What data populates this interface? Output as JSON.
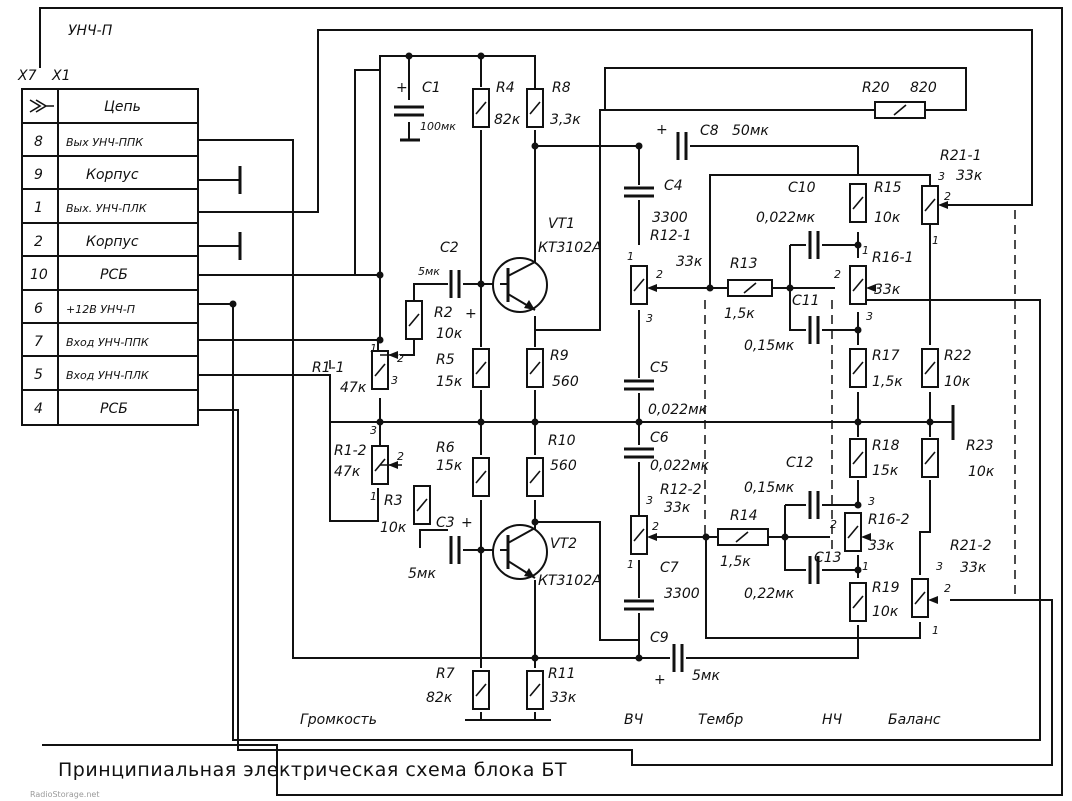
{
  "frame_label": "УНЧ-П",
  "x7": "X7",
  "x1": "X1",
  "table": {
    "header": "Цепь",
    "rows": [
      {
        "pin": "8",
        "net": "Вых УНЧ-ППК"
      },
      {
        "pin": "9",
        "net": "Корпус"
      },
      {
        "pin": "1",
        "net": "Вых. УНЧ-ПЛК"
      },
      {
        "pin": "2",
        "net": "Корпус"
      },
      {
        "pin": "10",
        "net": "РСБ"
      },
      {
        "pin": "6",
        "net": "+12В УНЧ-П"
      },
      {
        "pin": "7",
        "net": "Вход УНЧ-ППК"
      },
      {
        "pin": "5",
        "net": "Вход УНЧ-ПЛК"
      },
      {
        "pin": "4",
        "net": "РСБ"
      }
    ]
  },
  "components": {
    "c1": {
      "ref": "C1",
      "value": "100мк"
    },
    "r4": {
      "ref": "R4",
      "value": "82к"
    },
    "r8": {
      "ref": "R8",
      "value": "3,3к"
    },
    "r20": {
      "ref": "R20",
      "value": "820"
    },
    "c8": {
      "ref": "C8",
      "value": "50мк"
    },
    "c4": {
      "ref": "C4",
      "value": "3300"
    },
    "vt1": {
      "ref": "VT1",
      "value": "КТ3102А"
    },
    "c2": {
      "ref": "C2",
      "value": "5мк"
    },
    "r2": {
      "ref": "R2",
      "value": "10к"
    },
    "r5": {
      "ref": "R5",
      "value": "15к"
    },
    "r9": {
      "ref": "R9",
      "value": "560"
    },
    "r1_1": {
      "ref": "R1-1",
      "value": "47к"
    },
    "r1_2": {
      "ref": "R1-2",
      "value": "47к"
    },
    "r3": {
      "ref": "R3",
      "value": "10к"
    },
    "r6": {
      "ref": "R6",
      "value": "15к"
    },
    "r10": {
      "ref": "R10",
      "value": "560"
    },
    "c3": {
      "ref": "C3",
      "value": "5мк"
    },
    "vt2": {
      "ref": "VT2",
      "value": "КТ3102А"
    },
    "r7": {
      "ref": "R7",
      "value": "82к"
    },
    "r11": {
      "ref": "R11",
      "value": "33к"
    },
    "r12_1": {
      "ref": "R12-1",
      "value": "33к"
    },
    "r12_2": {
      "ref": "R12-2",
      "value": "33к"
    },
    "c5": {
      "ref": "C5",
      "value": "0,022мк"
    },
    "c6": {
      "ref": "C6",
      "value": "0,022мк"
    },
    "c7": {
      "ref": "C7",
      "value": "3300"
    },
    "c9": {
      "ref": "C9",
      "value": "5мк"
    },
    "c10": {
      "ref": "C10",
      "value": "0,022мк"
    },
    "r13": {
      "ref": "R13",
      "value": "1,5к"
    },
    "c11": {
      "ref": "C11",
      "value": "0,15мк"
    },
    "r15": {
      "ref": "R15",
      "value": "10к"
    },
    "r16_1": {
      "ref": "R16-1",
      "value": "33к"
    },
    "r17": {
      "ref": "R17",
      "value": "1,5к"
    },
    "r18": {
      "ref": "R18",
      "value": "15к"
    },
    "c12": {
      "ref": "C12",
      "value": "0,15мк"
    },
    "r14": {
      "ref": "R14",
      "value": "1,5к"
    },
    "c13": {
      "ref": "C13",
      "value": "0,22мк"
    },
    "r16_2": {
      "ref": "R16-2",
      "value": "33к"
    },
    "r19": {
      "ref": "R19",
      "value": "10к"
    },
    "r21_1": {
      "ref": "R21-1",
      "value": "33к"
    },
    "r21_2": {
      "ref": "R21-2",
      "value": "33к"
    },
    "r22": {
      "ref": "R22",
      "value": "10к"
    },
    "r23": {
      "ref": "R23",
      "value": "10к"
    }
  },
  "pins": {
    "p1": "1",
    "p2": "2",
    "p3": "3"
  },
  "plus": "+",
  "controls": {
    "volume": "Громкость",
    "hf": "ВЧ",
    "tone": "Тембр",
    "lf": "НЧ",
    "balance": "Баланс"
  },
  "title": "Принципиальная электрическая схема блока БТ",
  "watermark": "RadioStorage.net"
}
